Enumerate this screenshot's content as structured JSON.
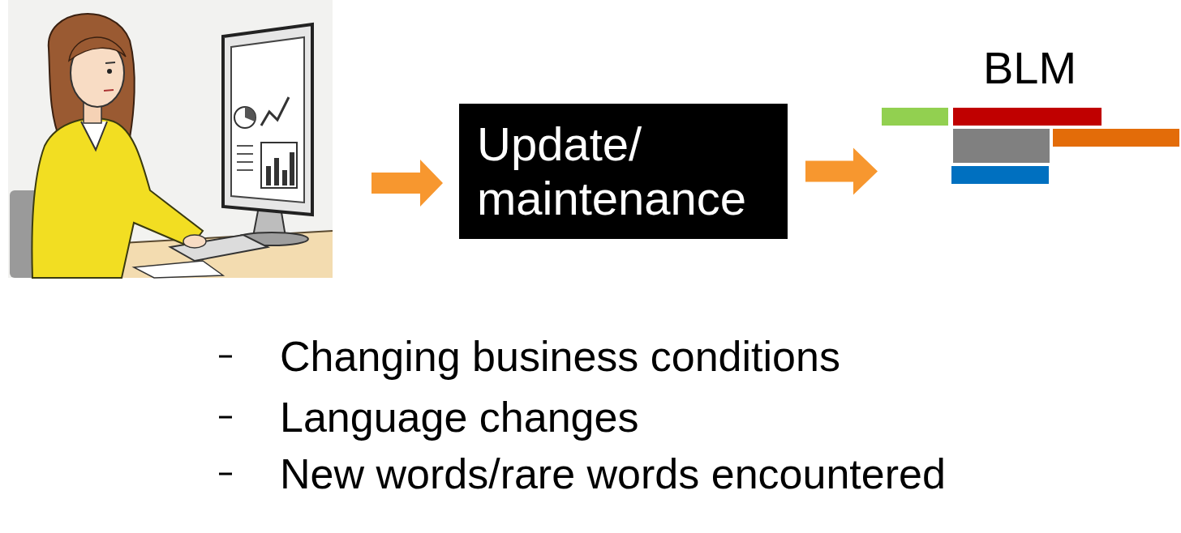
{
  "diagram": {
    "nodes": [
      {
        "text": [
          "Update/ maintenance"
        ]
      },
      {
        "text": [
          "BLM"
        ]
      }
    ],
    "edges": [
      {
        "from": 0,
        "to": 1,
        "arrow": "to"
      }
    ],
    "labels": [
      "Changing business conditions",
      "Language changes",
      "New words/rare words encountered"
    ]
  }
}
